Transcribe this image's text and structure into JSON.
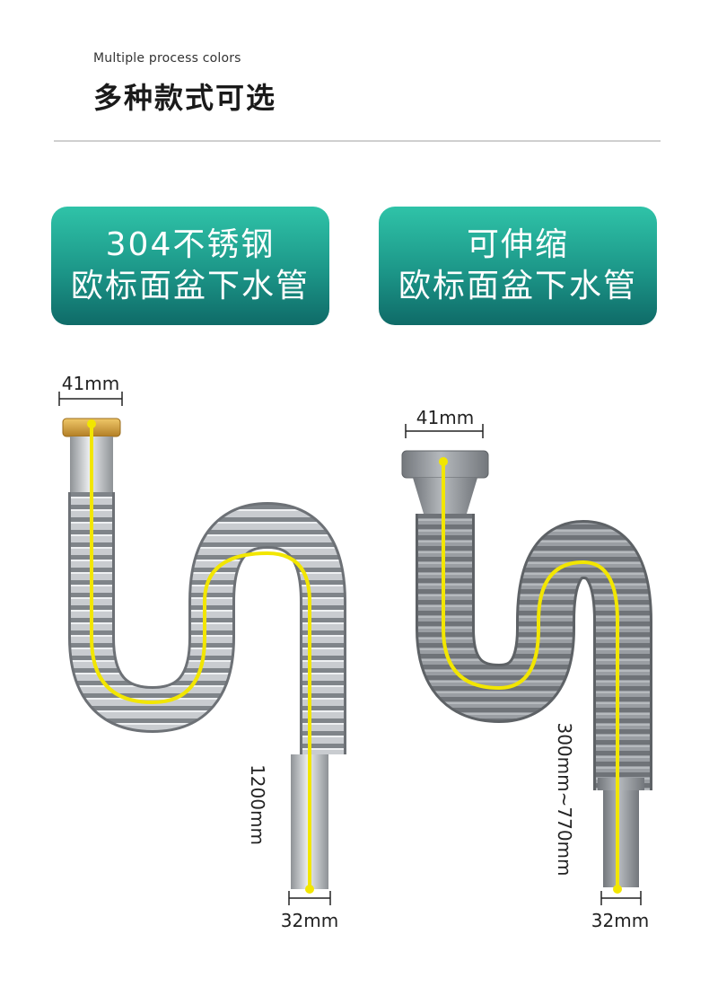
{
  "header": {
    "subtitle": "Multiple process colors",
    "title": "多种款式可选"
  },
  "products": [
    {
      "line1": "304不锈钢",
      "line2": "欧标面盆下水管",
      "top_diameter": "41mm",
      "length": "1200mm",
      "bottom_diameter": "32mm"
    },
    {
      "line1": "可伸缩",
      "line2": "欧标面盆下水管",
      "top_diameter": "41mm",
      "length": "300mm~770mm",
      "bottom_diameter": "32mm"
    }
  ],
  "colors": {
    "badge_top": "#2fc3a8",
    "badge_bottom": "#0f6b68",
    "guide_line": "#f2e600",
    "steel": "#b9bcc0",
    "plastic": "#8d9196",
    "brass": "#d4a13a"
  },
  "icons": [
    "stainless-steel-drain-pipe-icon",
    "telescopic-drain-pipe-icon"
  ]
}
